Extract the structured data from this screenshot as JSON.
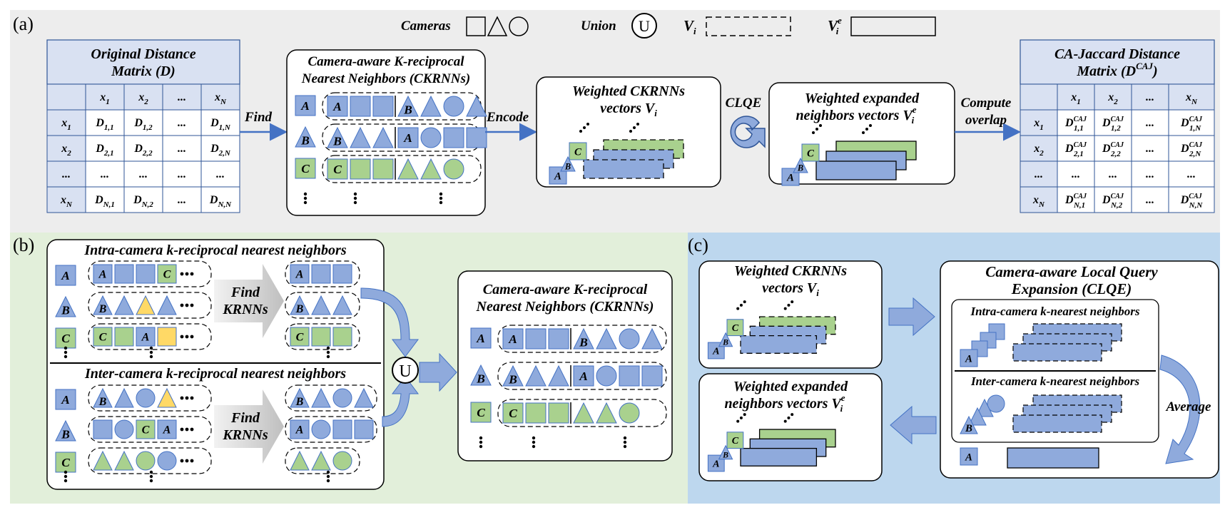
{
  "panel_a": {
    "label": "(a)",
    "legend": {
      "cameras": "Cameras",
      "union": "Union",
      "union_symbol": "U",
      "vi": "V",
      "vi_sub": "i",
      "vie": "V",
      "vie_sub": "i",
      "vie_sup": "e"
    },
    "original_matrix": {
      "title_line1": "Original Distance",
      "title_line2": "Matrix (D)",
      "rows": [
        [
          "",
          "x1",
          "x2",
          "...",
          "xN"
        ],
        [
          "x1",
          "D1,1",
          "D1,2",
          "...",
          "D1,N"
        ],
        [
          "x2",
          "D2,1",
          "D2,2",
          "...",
          "D2,N"
        ],
        [
          "...",
          "...",
          "...",
          "...",
          "..."
        ],
        [
          "xN",
          "DN,1",
          "DN,2",
          "...",
          "DN,N"
        ]
      ]
    },
    "find_label": "Find",
    "ckrnn_box": {
      "title_line1": "Camera-aware K-reciprocal",
      "title_line2": "Nearest Neighbors (CKRNNs)",
      "row_labels": [
        "A",
        "B",
        "C"
      ]
    },
    "encode_label": "Encode",
    "weighted_box": {
      "title_line1": "Weighted CKRNNs",
      "title_line2": "vectors V",
      "title_sub": "i"
    },
    "clqe_label": "CLQE",
    "expanded_box": {
      "title_line1": "Weighted expanded",
      "title_line2": "neighbors vectors V",
      "title_sub": "i",
      "title_sup": "e"
    },
    "compute_label_line1": "Compute",
    "compute_label_line2": "overlap",
    "caj_matrix": {
      "title_line1": "CA-Jaccard Distance",
      "title_line2": "Matrix (D",
      "title_sup": "CAJ",
      "title_end": ")",
      "rows": [
        [
          "",
          "x1",
          "x2",
          "...",
          "xN"
        ],
        [
          "x1",
          "DCAJ1,1",
          "DCAJ1,2",
          "...",
          "DCAJ1,N"
        ],
        [
          "x2",
          "DCAJ2,1",
          "DCAJ2,2",
          "...",
          "DCAJ2,N"
        ],
        [
          "...",
          "...",
          "...",
          "...",
          "..."
        ],
        [
          "xN",
          "DCAJN,1",
          "DCAJN,2",
          "...",
          "DCAJN,N"
        ]
      ]
    }
  },
  "panel_b": {
    "label": "(b)",
    "intra_title": "Intra-camera k-reciprocal nearest neighbors",
    "inter_title": "Inter-camera k-reciprocal nearest neighbors",
    "find_line1": "Find",
    "find_line2": "KRNNs",
    "ckrnn_title_line1": "Camera-aware K-reciprocal",
    "ckrnn_title_line2": "Nearest Neighbors (CKRNNs)"
  },
  "panel_c": {
    "label": "(c)",
    "weighted_title_line1": "Weighted CKRNNs",
    "weighted_title_line2": "vectors V",
    "weighted_title_sub": "i",
    "expanded_title_line1": "Weighted expanded",
    "expanded_title_line2": "neighbors vectors V",
    "expanded_title_sub": "i",
    "expanded_title_sup": "e",
    "clqe_title_line1": "Camera-aware Local Query",
    "clqe_title_line2": "Expansion (CLQE)",
    "intra_knn": "Intra-camera k-nearest neighbors",
    "inter_knn": "Inter-camera k-nearest neighbors",
    "average": "Average"
  },
  "colors": {
    "blue": "#8faadc",
    "green": "#a9d18e",
    "yellow": "#ffd966",
    "panel_a_bg": "#ededed",
    "panel_b_bg": "#e2efda",
    "panel_c_bg": "#bdd7ee",
    "header_fill": "#d9e1f2",
    "arrow": "#4472c4"
  }
}
